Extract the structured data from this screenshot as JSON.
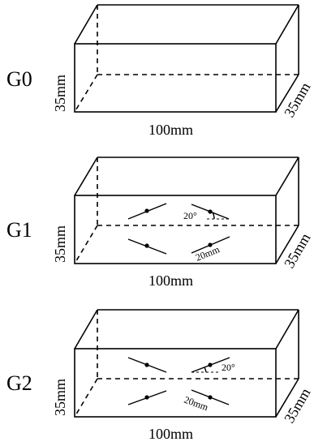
{
  "groups": [
    {
      "label": "G0",
      "length_label": "100mm",
      "height_label": "35mm",
      "depth_label": "35mm"
    },
    {
      "label": "G1",
      "length_label": "100mm",
      "height_label": "35mm",
      "depth_label": "35mm",
      "angle_label": "20°",
      "crack_length_label": "20mm"
    },
    {
      "label": "G2",
      "length_label": "100mm",
      "height_label": "35mm",
      "depth_label": "35mm",
      "angle_label": "20°",
      "crack_length_label": "20mm"
    }
  ]
}
